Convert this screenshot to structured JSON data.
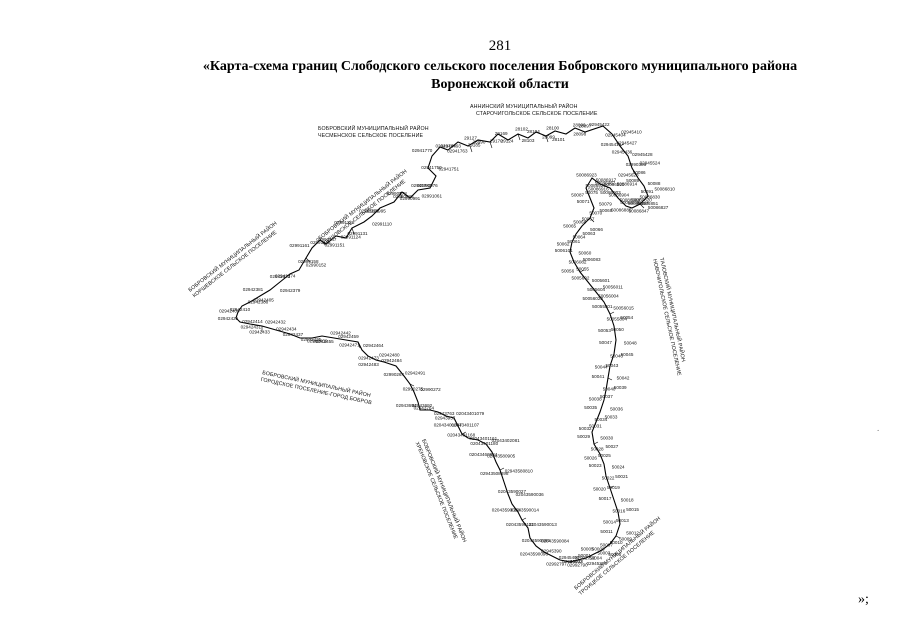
{
  "page_number": "281",
  "title_line1": "«Карта-схема границ Слободского сельского поселения Бобровского муниципального района",
  "title_line2": "Воронежской области",
  "closing_mark": "»;",
  "side_mark": ".",
  "regions": [
    {
      "id": "anninsky",
      "line1": "АННИНСКИЙ МУНИЦИПАЛЬНЫЙ РАЙОН",
      "line2": "СТАРОЧИГОЛЬСКОЕ СЕЛЬСКОЕ ПОСЕЛЕНИЕ"
    },
    {
      "id": "chesmen",
      "line1": "БОБРОВСКИЙ МУНИЦИПАЛЬНЫЙ РАЙОН",
      "line2": "ЧЕСМЕНСКОЕ СЕЛЬСКОЕ ПОСЕЛЕНИЕ"
    },
    {
      "id": "shishovskoe",
      "line1": "БОБРОВСКИЙ МУНИЦИПАЛЬНЫЙ РАЙОН",
      "line2": "ШИШОВСКОЕ СЕЛЬСКОЕ ПОСЕЛЕНИЕ"
    },
    {
      "id": "korshevskoe",
      "line1": "БОБРОВСКИЙ МУНИЦИПАЛЬНЫЙ РАЙОН",
      "line2": "КОРШЕВСКОЕ СЕЛЬСКОЕ ПОСЕЛЕНИЕ"
    },
    {
      "id": "gorodskoe",
      "line1": "БОБРОВСКИЙ МУНИЦИПАЛЬНЫЙ РАЙОН",
      "line2": "ГОРОДСКОЕ ПОСЕЛЕНИЕ-ГОРОД БОБРОВ"
    },
    {
      "id": "hrenovskoe",
      "line1": "БОБРОВСКИЙ МУНИЦИПАЛЬНЫЙ РАЙОН",
      "line2": "ХРЕНОВСКОЕ СЕЛЬСКОЕ ПОСЕЛЕНИЕ"
    },
    {
      "id": "talovsky",
      "line1": "ТАЛОВСКИЙ МУНИЦИПАЛЬНЫЙ РАЙОН",
      "line2": "НОВОЧИГОЛЬСКОЕ СЕЛЬСКОЕ ПОСЕЛЕНИЕ"
    },
    {
      "id": "troitskoe",
      "line1": "БОБРОВСКИЙ МУНИЦИПАЛЬНЫЙ РАЙОН",
      "line2": "ТРОИЦКОЕ СЕЛЬСКОЕ ПОСЕЛЕНИЕ"
    }
  ],
  "point_labels": [
    "28096",
    "28098",
    "28097",
    "28099",
    "28100",
    "28101",
    "28102",
    "28103",
    "28104",
    "29170",
    "29169",
    "29124",
    "29127",
    "29185",
    "28990",
    "02941764",
    "02941793",
    "02941763",
    "02941770",
    "02941750",
    "02941751",
    "02941743",
    "02990976",
    "02991061",
    "02990978",
    "02990983",
    "02990991",
    "02991100",
    "02990995",
    "02991110",
    "02991126",
    "02991124",
    "02991131",
    "02991149",
    "02991147",
    "02991151",
    "02991161",
    "02990158",
    "02990152",
    "02942373",
    "02942374",
    "02942379",
    "02942381",
    "02942388",
    "02942405",
    "02942409",
    "02942410",
    "02942414",
    "02942425",
    "02942431",
    "02942432",
    "02942433",
    "02942434",
    "02942435",
    "02942437",
    "02942439",
    "02942442",
    "02942455",
    "02942459",
    "02942464",
    "02942471",
    "02942473",
    "02942480",
    "02942483",
    "02942484",
    "02942491",
    "02990264",
    "02990275",
    "02990272",
    "02943694",
    "02943692",
    "02943763",
    "02943764",
    "02943937",
    "02043401079",
    "02043401097",
    "02043401107",
    "02043401161",
    "02043401168",
    "02043401180",
    "02043402081",
    "02043460884",
    "02043580905",
    "02943580810",
    "02943508898",
    "02043590027",
    "02043590036",
    "02043590088",
    "02043590014",
    "02043590013",
    "02043590121",
    "02043590980",
    "02043590084",
    "02043590096",
    "02945390",
    "02945433",
    "02945422",
    "02945404",
    "02945410",
    "02945416",
    "02945427",
    "02945428",
    "02945436",
    "02990386",
    "02945524",
    "02945628",
    "50086",
    "50088",
    "50089",
    "50091",
    "50086810",
    "50086820",
    "50086830",
    "50086827",
    "50086845",
    "50086847",
    "50086851",
    "50086885",
    "50086888",
    "50086897",
    "50086903",
    "50086904",
    "50086914",
    "50086916",
    "50086917",
    "50086920",
    "50086923",
    "50086926",
    "50086987",
    "50087",
    "50075",
    "50079",
    "50071",
    "50070",
    "50069",
    "50068",
    "50067",
    "50066",
    "50065",
    "50064",
    "50063",
    "50062",
    "50061",
    "50060",
    "5006101",
    "5006082",
    "5006083",
    "50056",
    "50055",
    "5005601",
    "5005602",
    "5005604",
    "50056011",
    "50056020",
    "50056004",
    "50056015",
    "50055801",
    "50055804",
    "50054",
    "50053",
    "50050",
    "50048",
    "50047",
    "50046",
    "50045",
    "50044",
    "50043",
    "50042",
    "50041",
    "50040",
    "50039",
    "50038",
    "50037",
    "50036",
    "50035",
    "50034",
    "50033",
    "50032",
    "50031",
    "50030",
    "50029",
    "50028",
    "50027",
    "50026",
    "50025",
    "50024",
    "50023",
    "50022",
    "50021",
    "50020",
    "50019",
    "50018",
    "50017",
    "50016",
    "50015",
    "50014",
    "50013",
    "50012",
    "50011",
    "50010",
    "50009",
    "50008",
    "50007",
    "50006",
    "50005",
    "50004",
    "50003",
    "50002",
    "50001",
    "02945390",
    "02945400",
    "02992790",
    "02992793",
    "02992797"
  ]
}
